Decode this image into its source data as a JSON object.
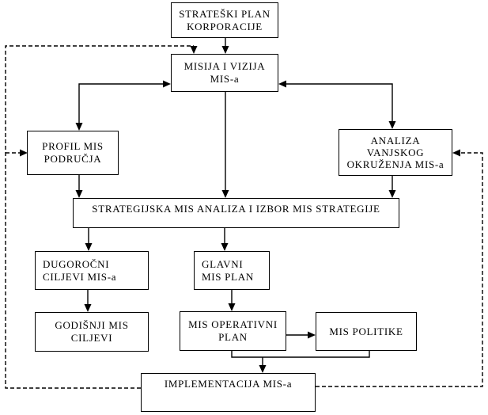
{
  "diagram": {
    "background_color": "#ffffff",
    "line_color": "#000000",
    "nodes": {
      "strateski_plan": {
        "lines": [
          "STRATEŠKI PLAN",
          "KORPORACIJE"
        ]
      },
      "misija": {
        "lines": [
          "MISIJA I VIZIJA",
          "MIS-a"
        ]
      },
      "profil": {
        "lines": [
          "PROFIL MIS",
          "PODRUČJA"
        ]
      },
      "analiza": {
        "lines": [
          "ANALIZA",
          "VANJSKOG",
          "OKRUŽENJA MIS-a"
        ]
      },
      "strategijska": {
        "lines": [
          "STRATEGIJSKA MIS ANALIZA I IZBOR MIS STRATEGIJE"
        ]
      },
      "dugorocni": {
        "lines": [
          "DUGOROČNI",
          "CILJEVI MIS-a"
        ]
      },
      "glavni": {
        "lines": [
          "GLAVNI",
          "MIS PLAN"
        ]
      },
      "godisnji": {
        "lines": [
          "GODIŠNJI MIS",
          "CILJEVI"
        ]
      },
      "operativni": {
        "lines": [
          "MIS OPERATIVNI",
          "PLAN"
        ]
      },
      "politike": {
        "lines": [
          "MIS POLITIKE"
        ]
      },
      "implementacija": {
        "lines": [
          "IMPLEMENTACIJA MIS-a"
        ]
      }
    },
    "edges": [
      {
        "from": "strateski_plan",
        "to": "misija",
        "style": "solid"
      },
      {
        "from": "misija",
        "to": "profil",
        "style": "solid",
        "double_headed": true
      },
      {
        "from": "misija",
        "to": "analiza",
        "style": "solid",
        "double_headed": true
      },
      {
        "from": "misija",
        "to": "strategijska",
        "style": "solid"
      },
      {
        "from": "profil",
        "to": "strategijska",
        "style": "solid"
      },
      {
        "from": "analiza",
        "to": "strategijska",
        "style": "solid"
      },
      {
        "from": "strategijska",
        "to": "dugorocni",
        "style": "solid"
      },
      {
        "from": "strategijska",
        "to": "glavni",
        "style": "solid"
      },
      {
        "from": "dugorocni",
        "to": "godisnji",
        "style": "solid"
      },
      {
        "from": "glavni",
        "to": "operativni",
        "style": "solid"
      },
      {
        "from": "operativni",
        "to": "politike",
        "style": "solid"
      },
      {
        "from": "operativni",
        "to": "implementacija",
        "style": "solid"
      },
      {
        "from": "politike",
        "to": "implementacija",
        "style": "solid"
      },
      {
        "from": "implementacija",
        "to": "misija",
        "style": "dashed"
      },
      {
        "from": "implementacija",
        "to": "profil",
        "style": "dashed"
      },
      {
        "from": "implementacija",
        "to": "analiza",
        "style": "dashed"
      }
    ]
  }
}
